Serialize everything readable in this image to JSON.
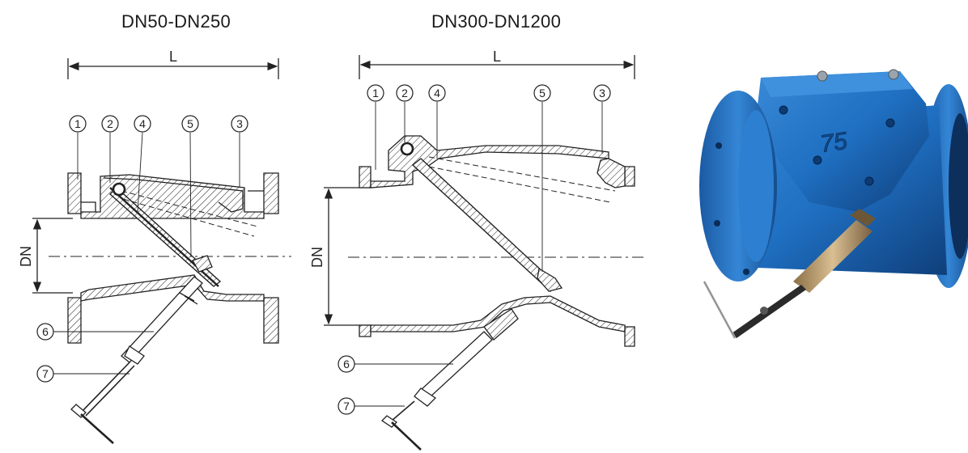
{
  "titles": {
    "small": "DN50-DN250",
    "large": "DN300-DN1200"
  },
  "dimension_labels": {
    "length": "L",
    "diameter": "DN"
  },
  "callouts": {
    "c1": "1",
    "c2": "2",
    "c3": "3",
    "c4": "4",
    "c5": "5",
    "c6": "6",
    "c7": "7"
  },
  "product_photo": {
    "casting_mark": "75",
    "body_color": "#1f6fc2",
    "body_shadow": "#0f3f7a",
    "cylinder_color": "#b7986a"
  }
}
